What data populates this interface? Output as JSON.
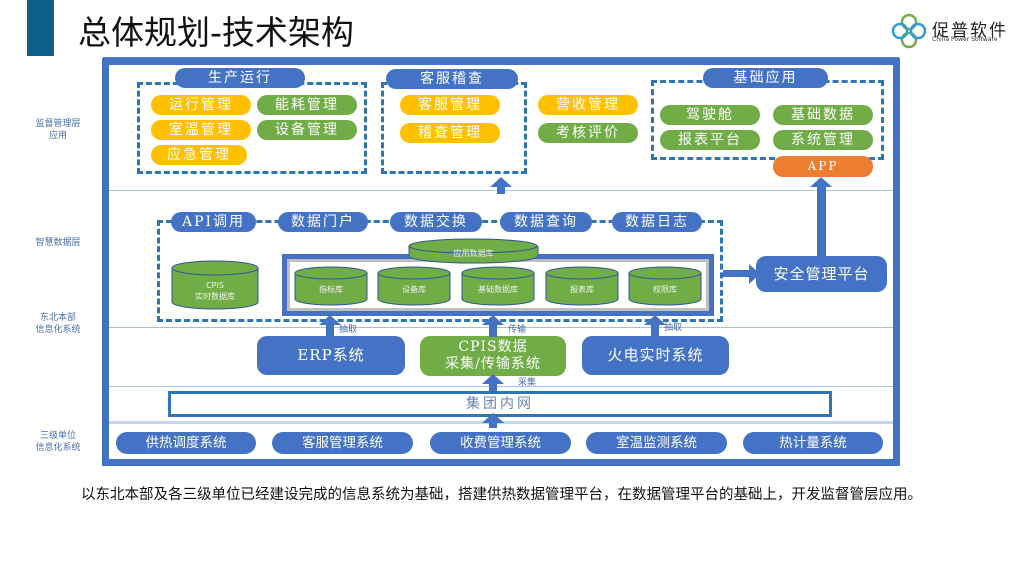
{
  "header": {
    "title": "总体规划-技术架构",
    "logo_text": "促普软件",
    "logo_subtitle": "China Power Software"
  },
  "layers": [
    {
      "label": "监督管理层\n应用"
    },
    {
      "label": "智慧数据层"
    },
    {
      "label": "东北本部\n信息化系统"
    },
    {
      "label": "三级单位\n信息化系统"
    }
  ],
  "supervision": {
    "production": {
      "title": "生产运行",
      "items": [
        {
          "label": "运行管理",
          "color": "yellow"
        },
        {
          "label": "能耗管理",
          "color": "green"
        },
        {
          "label": "室温管理",
          "color": "yellow"
        },
        {
          "label": "设备管理",
          "color": "green"
        },
        {
          "label": "应急管理",
          "color": "yellow"
        }
      ]
    },
    "customer_audit": {
      "title": "客服稽查",
      "items": [
        {
          "label": "客服管理",
          "color": "yellow"
        },
        {
          "label": "稽查管理",
          "color": "yellow"
        }
      ]
    },
    "standalone": [
      {
        "label": "营收管理",
        "color": "yellow"
      },
      {
        "label": "考核评价",
        "color": "green"
      }
    ],
    "basic_apps": {
      "title": "基础应用",
      "items": [
        {
          "label": "驾驶舱",
          "color": "green"
        },
        {
          "label": "基础数据",
          "color": "green"
        },
        {
          "label": "报表平台",
          "color": "green"
        },
        {
          "label": "系统管理",
          "color": "green"
        }
      ],
      "app": "APP"
    }
  },
  "data_layer": {
    "services": [
      "API调用",
      "数据门户",
      "数据交换",
      "数据查询",
      "数据日志"
    ],
    "realtime_db": "CPIS\n实时数据库",
    "app_db": "应用数据库",
    "databases": [
      "指标库",
      "设备库",
      "基础数据库",
      "报表库",
      "权限库"
    ],
    "security": "安全管理平台"
  },
  "hq_systems": {
    "erp": "ERP系统",
    "cpis": "CPIS数据\n采集/传输系统",
    "thermal": "火电实时系统",
    "flow_labels": {
      "extract_left": "抽取",
      "transmit": "传输",
      "extract_right": "抽取",
      "collect": "采集"
    }
  },
  "intranet": "集团内网",
  "unit_systems": [
    "供热调度系统",
    "客服管理系统",
    "收费管理系统",
    "室温监测系统",
    "热计量系统"
  ],
  "caption": "以东北本部及各三级单位已经建设完成的信息系统为基础，搭建供热数据管理平台，在数据管理平台的基础上，开发监督管层应用。",
  "colors": {
    "primary_blue": "#4472c4",
    "dash_blue": "#2e75b6",
    "yellow": "#ffc000",
    "green": "#70ad47",
    "orange": "#ed7d31",
    "title_bar": "#0e5f8a"
  }
}
